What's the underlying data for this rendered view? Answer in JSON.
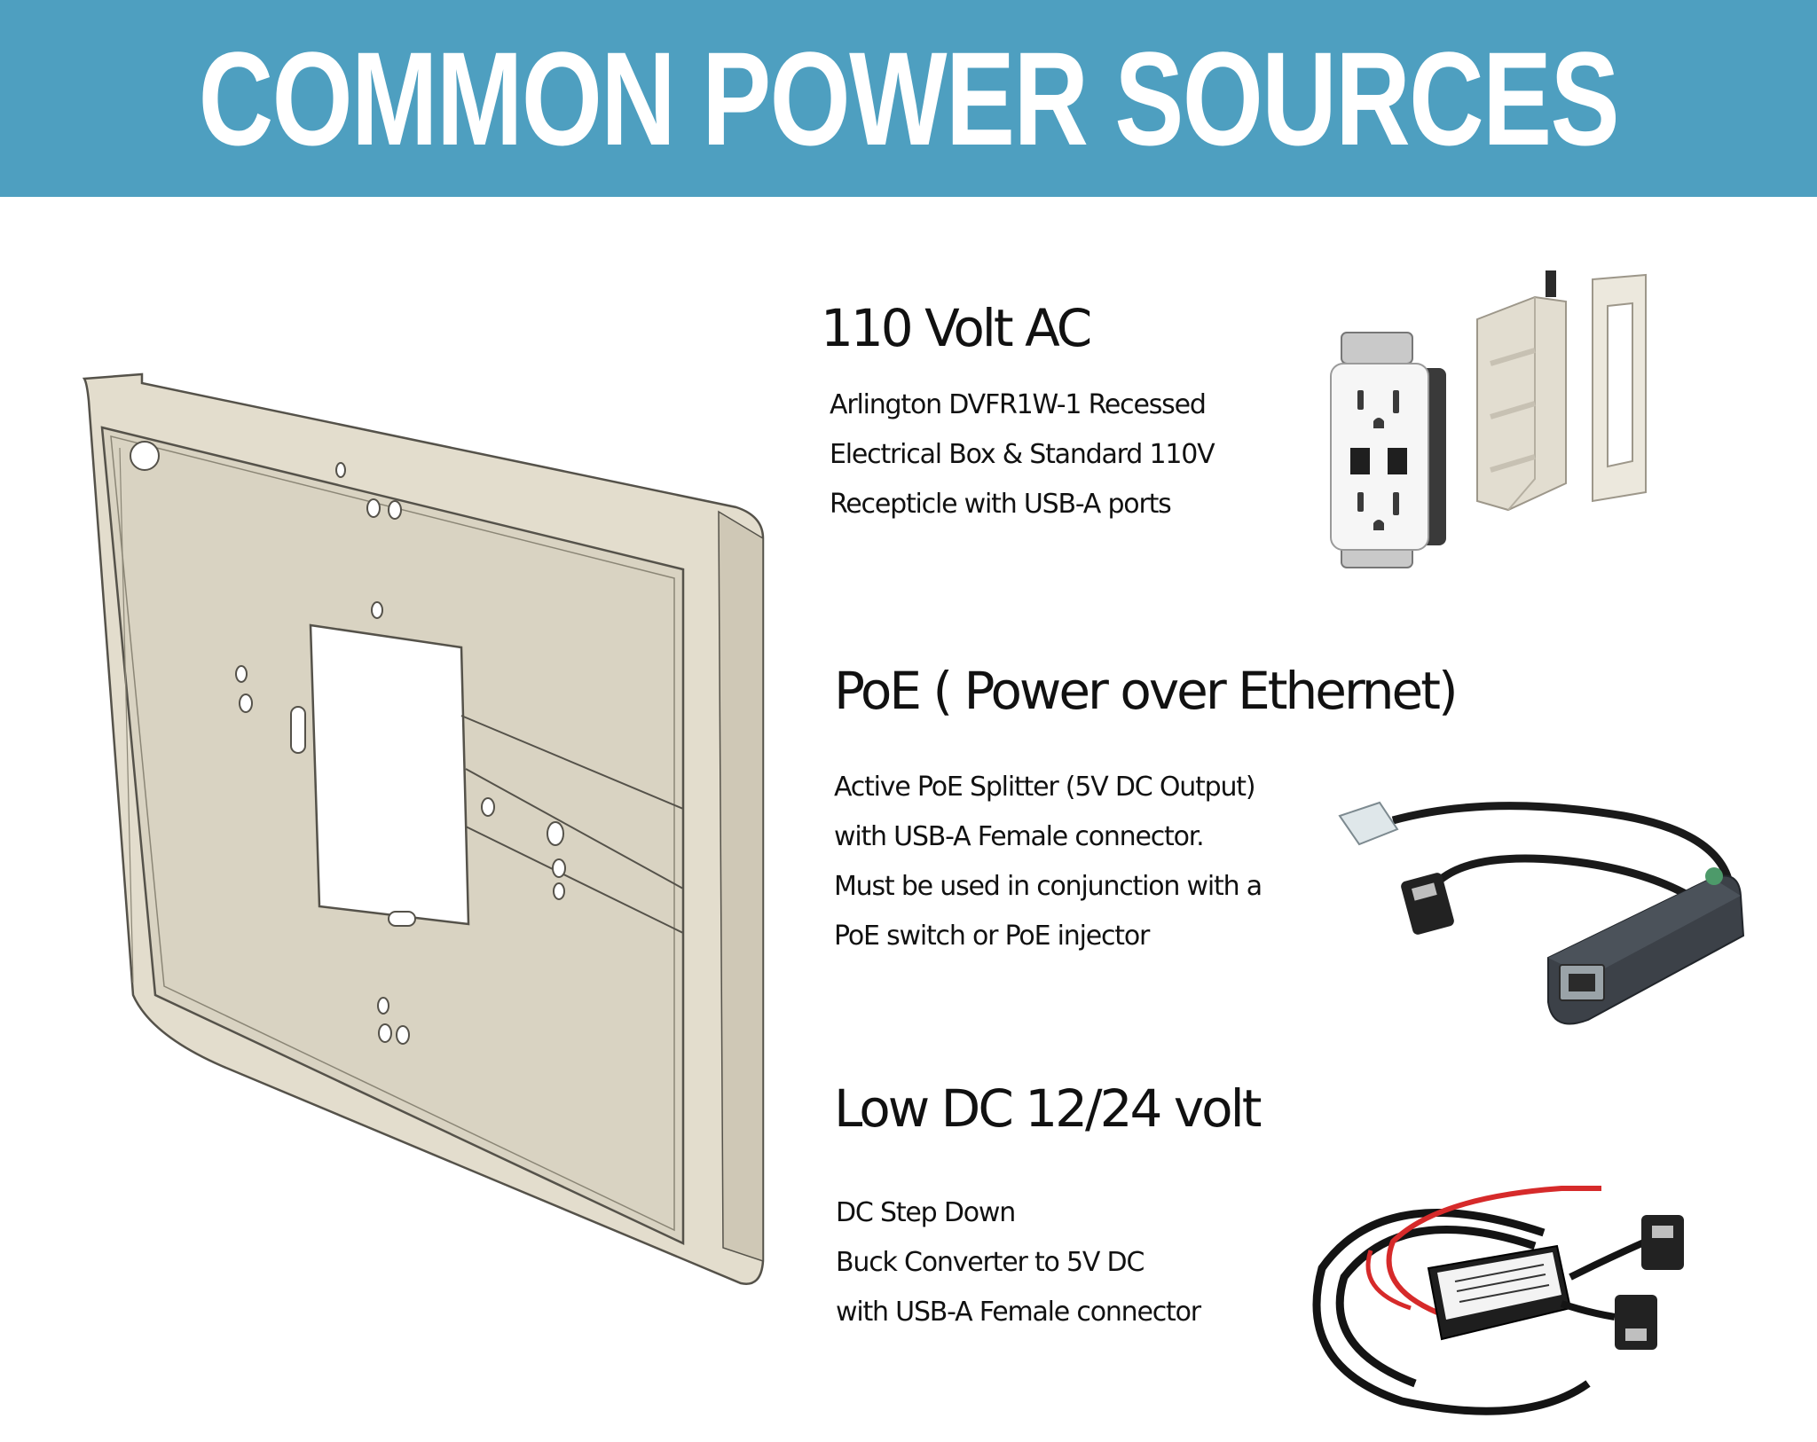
{
  "header": {
    "title": "COMMON POWER SOURCES"
  },
  "sections": [
    {
      "title": "110 Volt AC",
      "lines": [
        "Arlington DVFR1W-1 Recessed",
        "Electrical Box & Standard 110V",
        "Recepticle with USB-A ports"
      ]
    },
    {
      "title": "PoE ( Power over Ethernet)",
      "lines": [
        "Active PoE Splitter (5V DC Output)",
        "with USB-A Female connector.",
        "Must be used in conjunction with a",
        "PoE switch or PoE injector"
      ]
    },
    {
      "title": "Low DC 12/24 volt",
      "lines": [
        "DC Step Down",
        "Buck Converter to 5V DC",
        "with USB-A Female connector"
      ]
    }
  ],
  "colors": {
    "banner": "#4e9fc0",
    "mount_plate": "#e3ddcd",
    "mount_recess": "#d9d3c2",
    "red_wire": "#d62a2a"
  }
}
